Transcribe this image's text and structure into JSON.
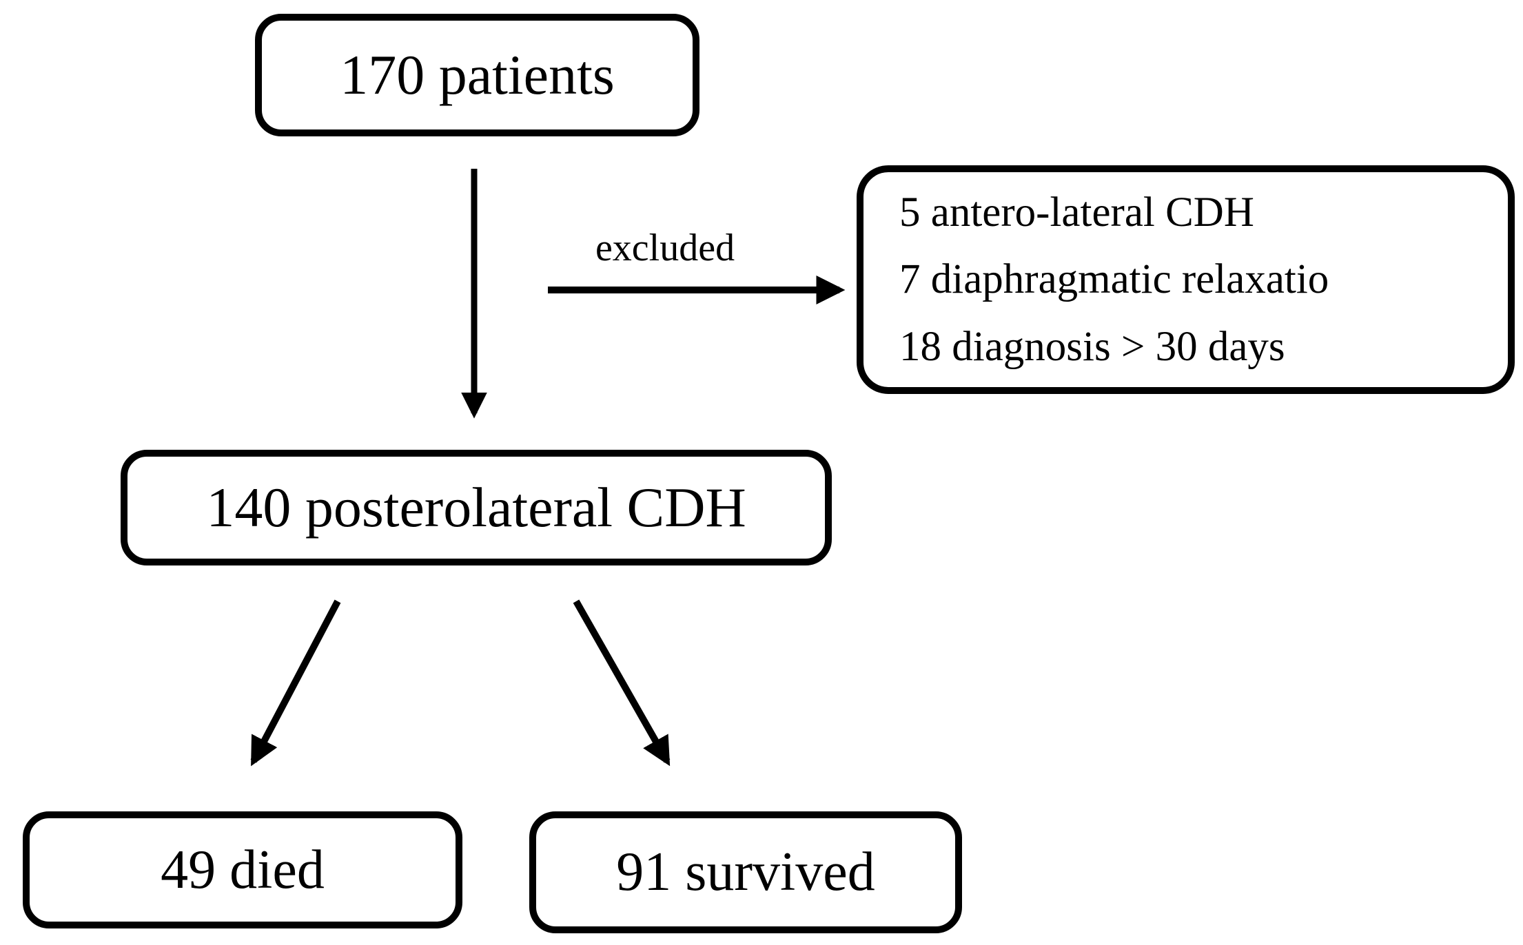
{
  "diagram": {
    "type": "flowchart",
    "nodes": {
      "patients": {
        "label": "170 patients"
      },
      "excluded_box": {
        "lines": [
          "5 antero-lateral CDH",
          "7 diaphragmatic relaxatio",
          "18 diagnosis > 30 days"
        ]
      },
      "posterolateral": {
        "label": "140 posterolateral CDH"
      },
      "died": {
        "label": "49 died"
      },
      "survived": {
        "label": "91 survived"
      }
    },
    "edges": {
      "excluded_label": "excluded"
    },
    "colors": {
      "line": "#000000",
      "background": "#ffffff",
      "text": "#000000"
    }
  }
}
